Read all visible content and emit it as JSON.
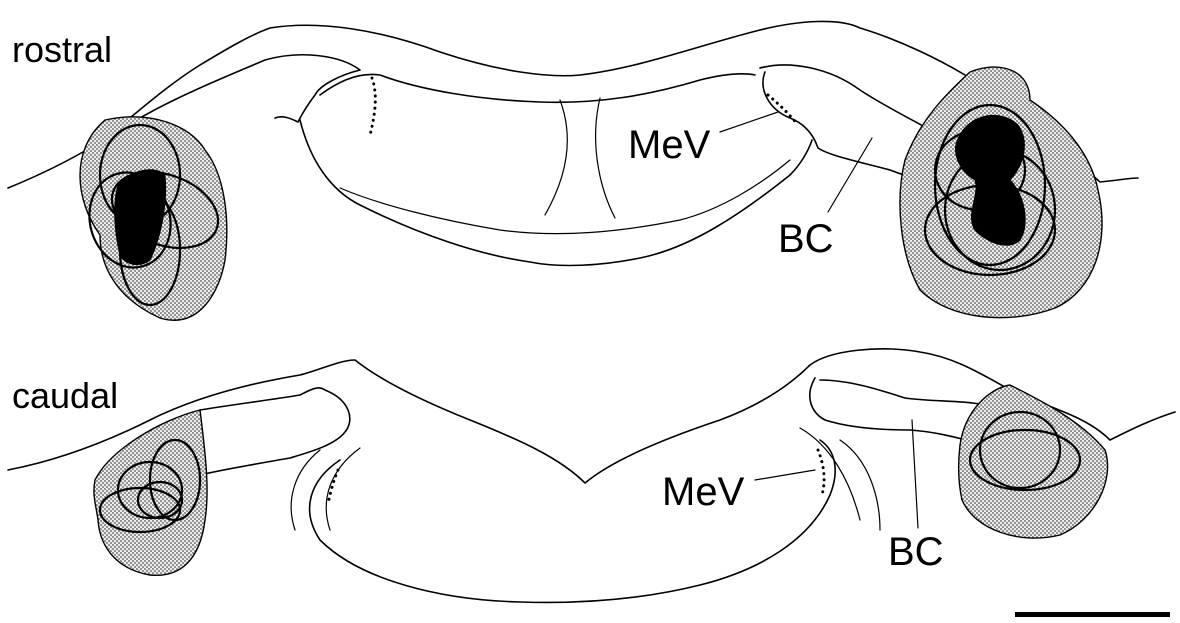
{
  "figure": {
    "sections": [
      {
        "id": "rostral",
        "label": "rostral"
      },
      {
        "id": "caudal",
        "label": "caudal"
      }
    ],
    "structures": {
      "mev": "MeV",
      "bc": "BC"
    },
    "colors": {
      "line": "#000000",
      "stipple": "#808080",
      "solid": "#000000",
      "background": "#ffffff"
    }
  }
}
